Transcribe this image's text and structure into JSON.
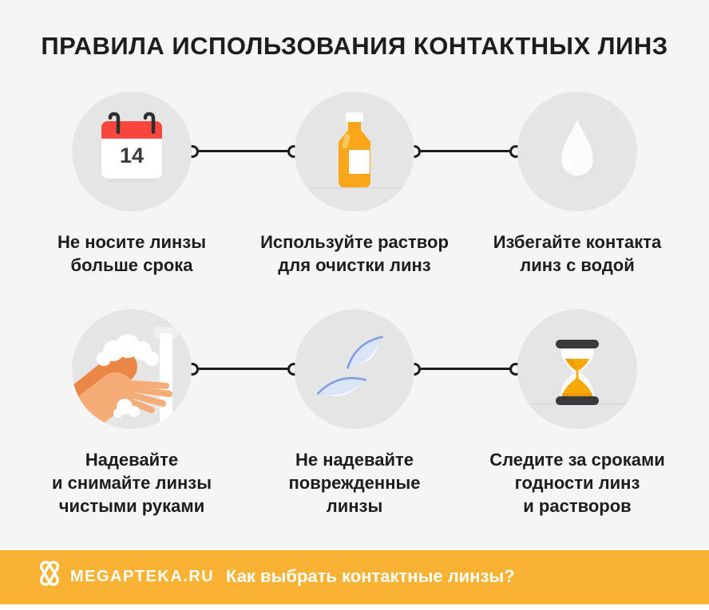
{
  "title": "ПРАВИЛА ИСПОЛЬЗОВАНИЯ КОНТАКТНЫХ ЛИНЗ",
  "cards": [
    {
      "icon": "calendar-icon",
      "calendar_day": "14",
      "caption_lines": [
        "Не носите линзы",
        "больше срока"
      ]
    },
    {
      "icon": "solution-bottle-icon",
      "caption_lines": [
        "Используйте раствор",
        "для очистки линз"
      ]
    },
    {
      "icon": "water-drop-icon",
      "caption_lines": [
        "Избегайте контакта",
        "линз с водой"
      ]
    },
    {
      "icon": "hand-washing-icon",
      "caption_lines": [
        "Надевайте",
        "и снимайте линзы",
        "чистыми руками"
      ]
    },
    {
      "icon": "contact-lenses-icon",
      "caption_lines": [
        "Не надевайте",
        "поврежденные",
        "линзы"
      ]
    },
    {
      "icon": "hourglass-icon",
      "caption_lines": [
        "Следите за сроками",
        "годности линз",
        "и растворов"
      ]
    }
  ],
  "footer": {
    "brand": "MEGAPTEKA.RU",
    "question": "Как выбрать контактные линзы?"
  },
  "colors": {
    "page_bg": "#F5F5F6",
    "circle_bg": "#E5E5E6",
    "text": "#1D1D1F",
    "connector": "#1C1C1C",
    "calendar_red": "#F8463E",
    "bottle_orange": "#FAA61A",
    "sand_orange": "#F7A908",
    "hand_dark": "#EA8746",
    "hand_light": "#F6AC76",
    "lens_fill": "#DBE5F8",
    "lens_rim": "#7E9FE4",
    "footer_bg": "#F9B234",
    "footer_text": "#FFFFFF"
  }
}
